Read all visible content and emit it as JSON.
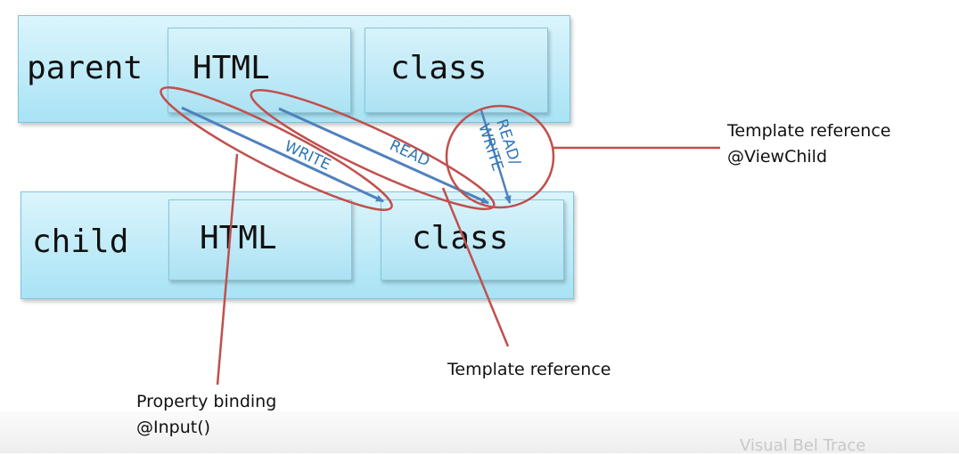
{
  "parent": {
    "label": "parent",
    "html_box": "HTML",
    "class_box": "class"
  },
  "child": {
    "label": "child",
    "html_box": "HTML",
    "class_box": "class"
  },
  "arrows": {
    "write": "WRITE",
    "read": "READ",
    "read_write_line1": "READ/",
    "read_write_line2": "WRITE"
  },
  "callouts": {
    "viewchild_line1": "Template reference",
    "viewchild_line2": "@ViewChild",
    "template_reference": "Template reference",
    "input_line1": "Property binding",
    "input_line2": "@Input()"
  },
  "colors": {
    "arrow": "#4f81bd",
    "ellipse": "#c0504d",
    "arrow_text": "#2e75b6"
  },
  "watermark_text": "Visual Bel Trace"
}
